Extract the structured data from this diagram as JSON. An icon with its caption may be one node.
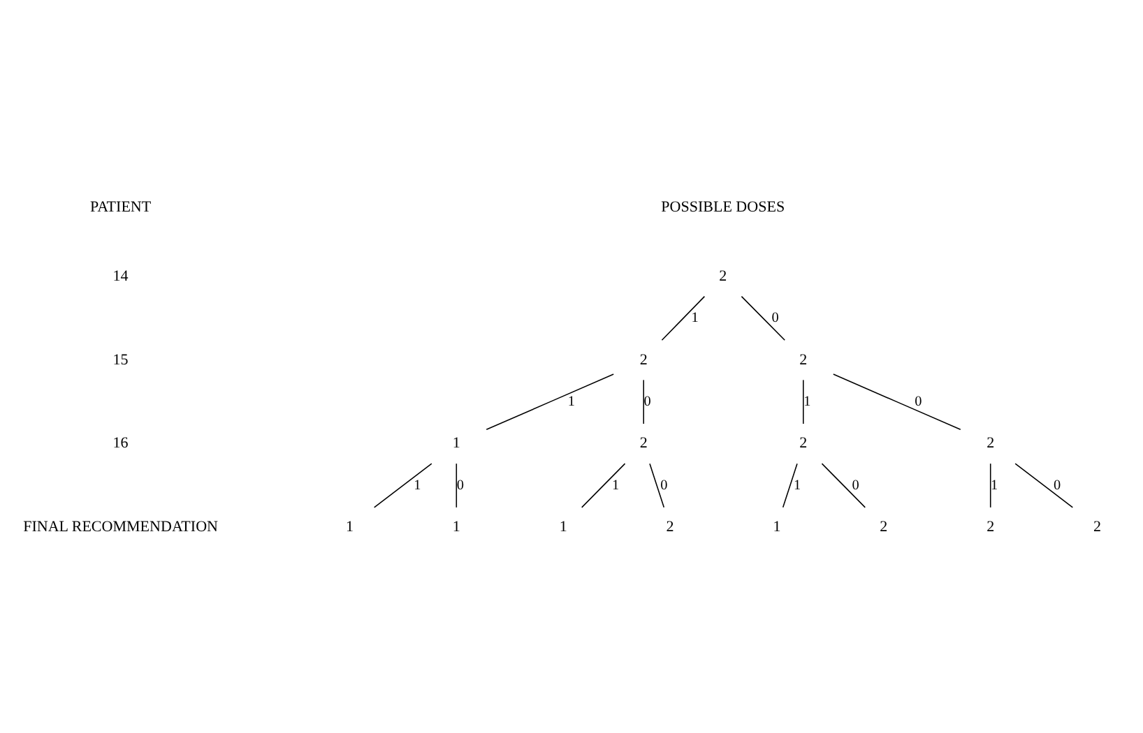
{
  "diagram": {
    "nodes": [
      {
        "text": [
          "2"
        ]
      },
      {
        "text": [
          "2"
        ]
      },
      {
        "text": [
          "2"
        ]
      },
      {
        "text": [
          "1"
        ]
      },
      {
        "text": [
          "2"
        ]
      },
      {
        "text": [
          "2"
        ]
      },
      {
        "text": [
          "2"
        ]
      },
      {
        "text": [
          "1"
        ]
      },
      {
        "text": [
          "1"
        ]
      },
      {
        "text": [
          "1"
        ]
      },
      {
        "text": [
          "2"
        ]
      },
      {
        "text": [
          "1"
        ]
      },
      {
        "text": [
          "2"
        ]
      },
      {
        "text": [
          "2"
        ]
      },
      {
        "text": [
          "2"
        ]
      }
    ],
    "edges": [
      {
        "from": 0,
        "to": 1,
        "arrow": "none",
        "label": "1"
      },
      {
        "from": 0,
        "to": 2,
        "arrow": "none",
        "label": "0"
      },
      {
        "from": 1,
        "to": 3,
        "arrow": "none",
        "label": "1"
      },
      {
        "from": 1,
        "to": 4,
        "arrow": "none",
        "label": "0"
      },
      {
        "from": 2,
        "to": 5,
        "arrow": "none",
        "label": "1"
      },
      {
        "from": 2,
        "to": 6,
        "arrow": "none",
        "label": "0"
      },
      {
        "from": 3,
        "to": 7,
        "arrow": "none",
        "label": "1"
      },
      {
        "from": 3,
        "to": 8,
        "arrow": "none",
        "label": "0"
      },
      {
        "from": 4,
        "to": 9,
        "arrow": "none",
        "label": "1"
      },
      {
        "from": 4,
        "to": 10,
        "arrow": "none",
        "label": "0"
      },
      {
        "from": 5,
        "to": 11,
        "arrow": "none",
        "label": "1"
      },
      {
        "from": 5,
        "to": 12,
        "arrow": "none",
        "label": "0"
      },
      {
        "from": 6,
        "to": 13,
        "arrow": "none",
        "label": "1"
      },
      {
        "from": 6,
        "to": 14,
        "arrow": "none",
        "label": "0"
      }
    ],
    "labels": [
      "PATIENT",
      "POSSIBLE DOSES",
      "14",
      "15",
      "16",
      "FINAL RECOMMENDATION"
    ]
  }
}
